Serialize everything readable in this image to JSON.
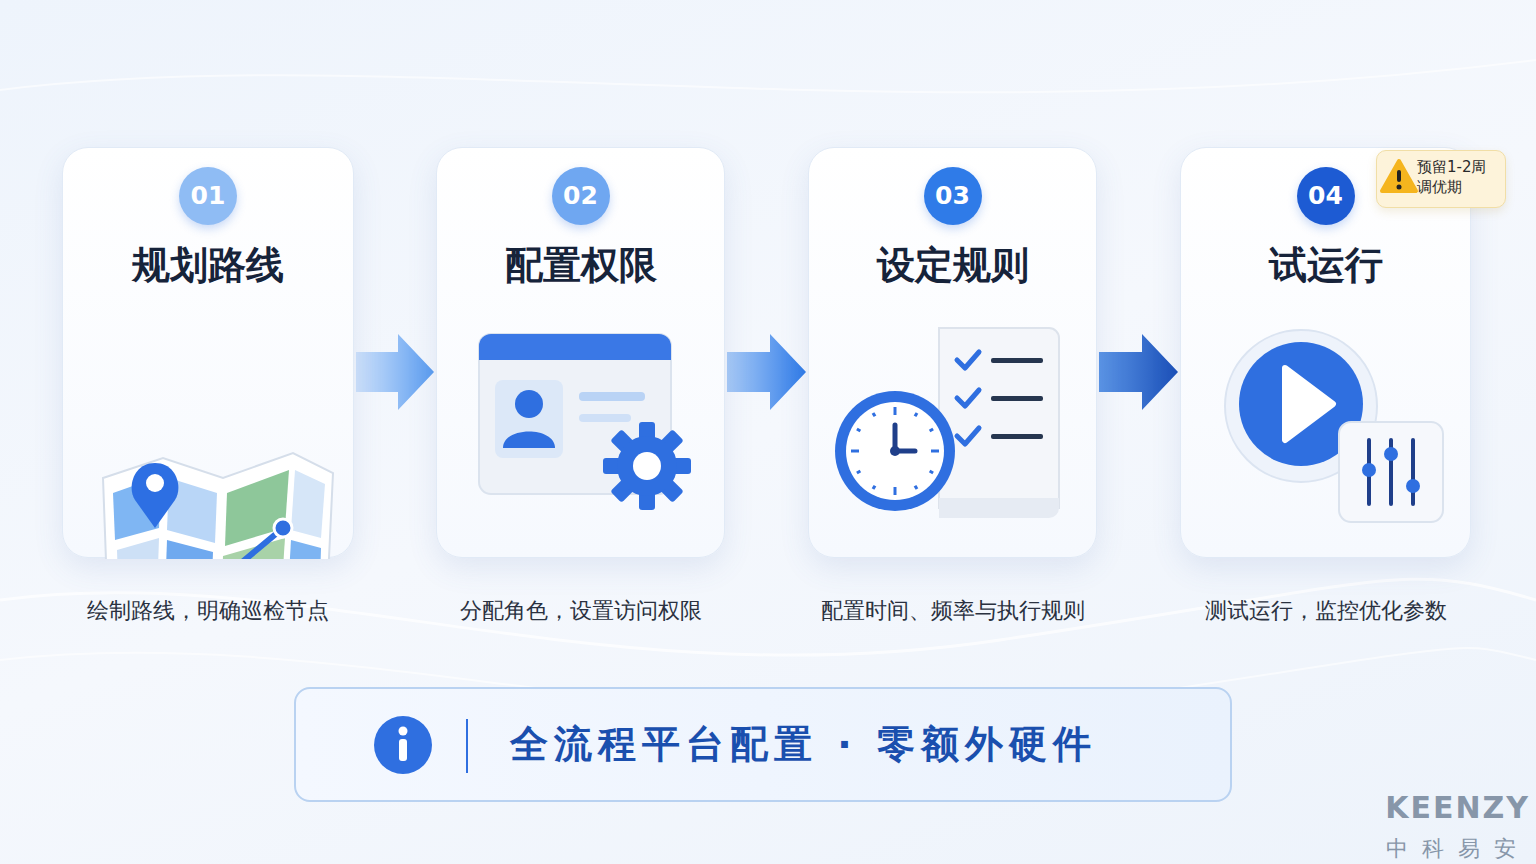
{
  "diagram": {
    "nodes": [
      {
        "text": [
          "01",
          "规划路线",
          "绘制路线，明确巡检节点"
        ]
      },
      {
        "text": [
          "02",
          "配置权限",
          "分配角色，设置访问权限"
        ]
      },
      {
        "text": [
          "03",
          "设定规则",
          "配置时间、频率与执行规则"
        ]
      },
      {
        "text": [
          "04",
          "试运行",
          "测试运行，监控优化参数"
        ]
      },
      {
        "text": [
          "预留1-2周 调优期"
        ],
        "in": 3
      },
      {
        "text": [
          "全流程平台配置 · 零额外硬件"
        ]
      }
    ],
    "edges": [
      {
        "from": 0,
        "to": 1,
        "arrow": "to"
      },
      {
        "from": 1,
        "to": 2,
        "arrow": "to"
      },
      {
        "from": 2,
        "to": 3,
        "arrow": "to"
      }
    ],
    "labels": [
      "KEENZY",
      "中科易安"
    ]
  }
}
